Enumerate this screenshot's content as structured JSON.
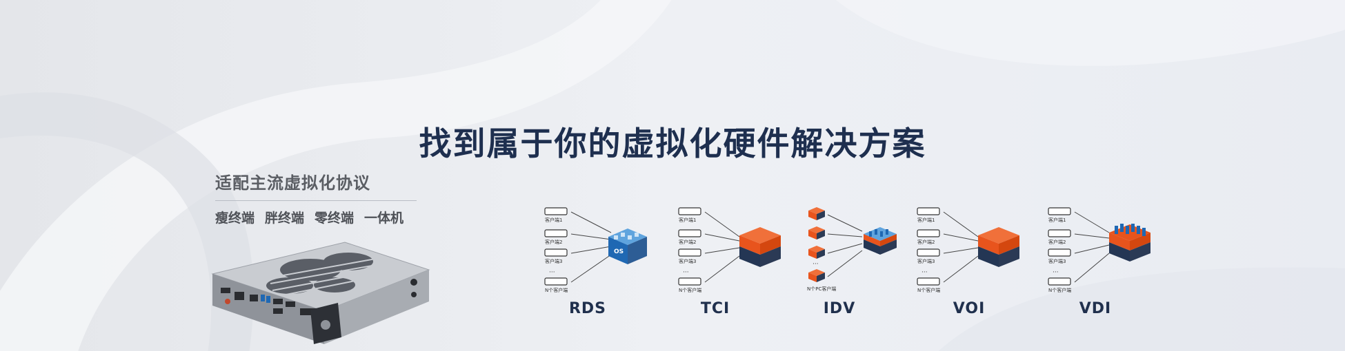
{
  "banner": {
    "headline": "找到属于你的虚拟化硬件解决方案",
    "subtitle": "适配主流虚拟化协议",
    "terminal_types": [
      "瘦终端",
      "胖终端",
      "零终端",
      "一体机"
    ]
  },
  "colors": {
    "headline": "#1e2f4f",
    "accent_orange": "#e8541d",
    "accent_blue": "#1f68b3",
    "navy": "#2b3a55"
  },
  "diagrams": [
    {
      "label": "RDS",
      "server_text": "OS",
      "clients": [
        "客户端1",
        "客户端2",
        "客户端3",
        "N个客户端"
      ]
    },
    {
      "label": "TCI",
      "clients": [
        "客户端1",
        "客户端2",
        "客户端3",
        "N个客户端"
      ]
    },
    {
      "label": "IDV",
      "clients": [
        "N个PC客户端"
      ]
    },
    {
      "label": "VOI",
      "clients": [
        "客户端1",
        "客户端2",
        "客户端3",
        "N个客户端"
      ]
    },
    {
      "label": "VDI",
      "clients": [
        "客户端1",
        "客户端2",
        "客户端3",
        "N个客户端"
      ]
    }
  ]
}
